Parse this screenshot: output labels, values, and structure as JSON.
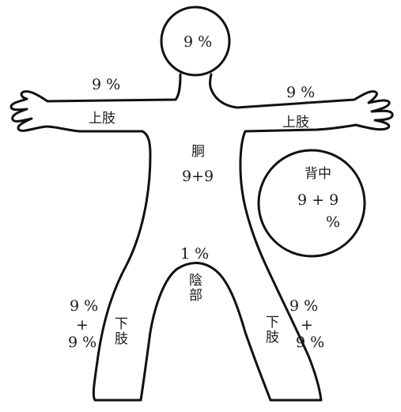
{
  "diagram": {
    "head": {
      "percent": "9 %"
    },
    "left_arm": {
      "percent": "9 %",
      "label": "上肢"
    },
    "right_arm": {
      "percent": "9 %",
      "label": "上肢"
    },
    "trunk": {
      "label": "胴",
      "value": "9+9"
    },
    "back": {
      "label": "背中",
      "value": "9 + 9",
      "unit": "%"
    },
    "genital": {
      "percent": "1 %",
      "label": "陰部"
    },
    "left_leg": {
      "label": "下肢",
      "pct_top": "9 %",
      "plus": "+",
      "pct_bottom": "9 %"
    },
    "right_leg": {
      "label": "下肢",
      "pct_top": "9 %",
      "plus": "+",
      "pct_bottom": "9 %"
    }
  }
}
